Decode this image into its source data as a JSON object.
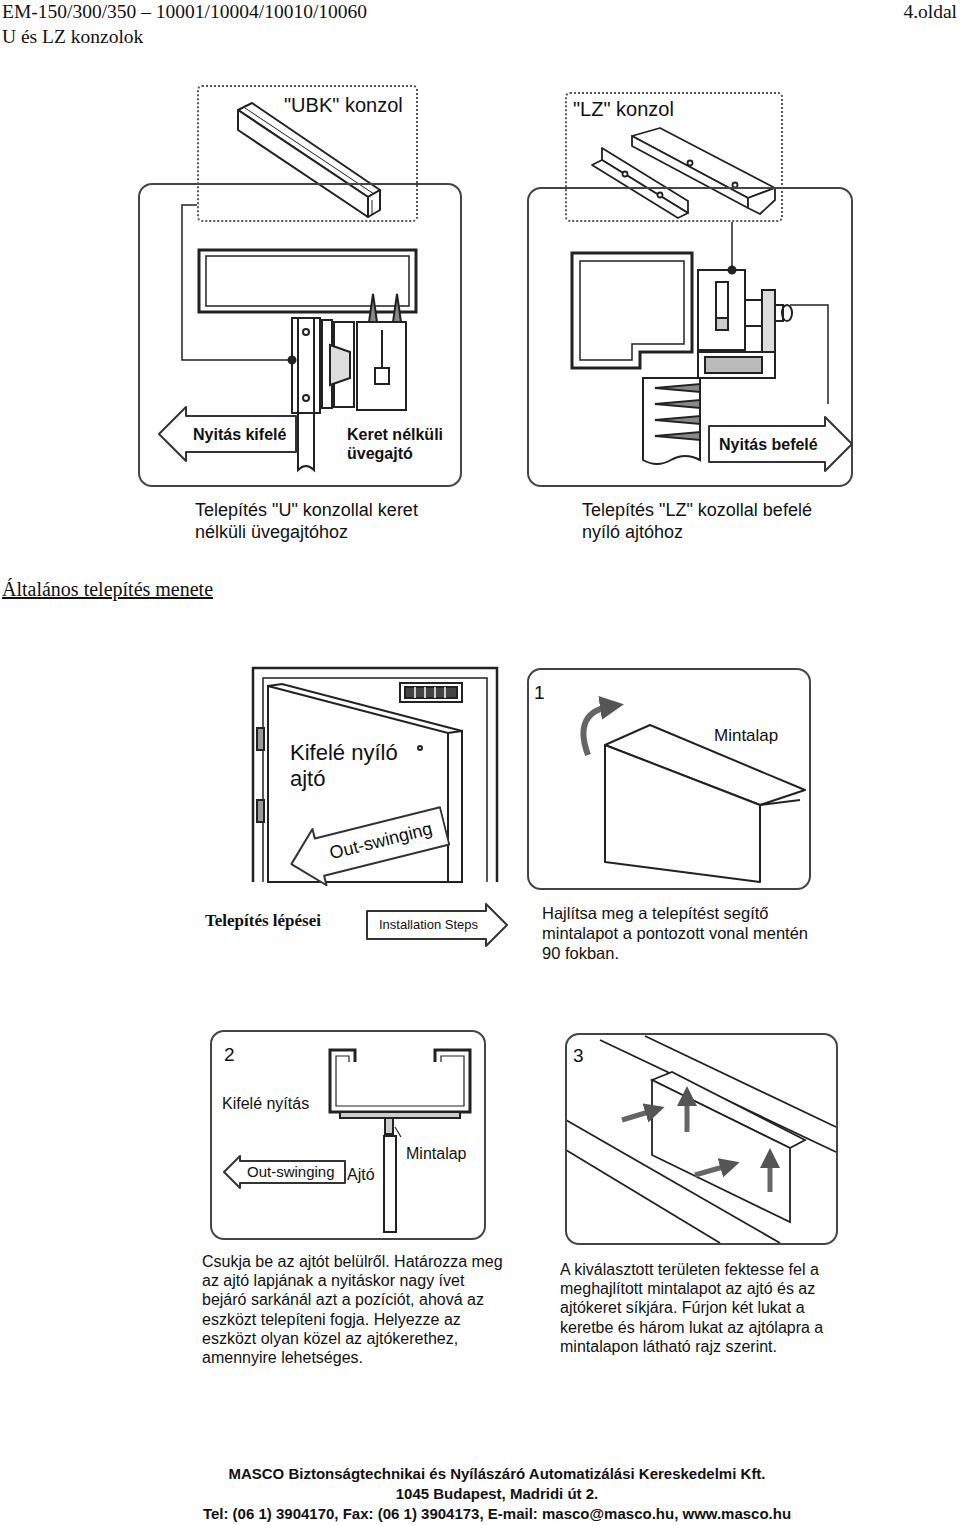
{
  "diagram": {
    "nodes": [
      {
        "text": [
          "Keret nélküli üvegajtó",
          "Telepítés \"U\" konzollal keret nélküli üvegajtóhoz"
        ]
      },
      {
        "text": [
          "\"UBK\" konzol"
        ]
      },
      {
        "text": [
          "Nyitás kifelé"
        ],
        "in": 0
      },
      {
        "text": [
          "Telepítés \"LZ\" kozollal befelé nyíló ajtóhoz"
        ]
      },
      {
        "text": [
          "\"LZ\" konzol"
        ]
      },
      {
        "text": [
          "Nyitás befelé"
        ],
        "in": 3
      },
      {
        "text": [
          "Kifelé nyíló ajtó"
        ]
      },
      {
        "text": [
          "Out-swinging"
        ],
        "in": 6
      },
      {
        "text": [
          "Installation Steps"
        ]
      },
      {
        "text": [
          "1",
          "Mintalap",
          "Hajlítsa meg a telepítést segítő mintalapot a pontozott vonal mentén 90 fokban."
        ]
      },
      {
        "text": [
          "2",
          "Kifelé nyítás",
          "Mintalap",
          "Ajtó",
          "Csukja be az ajtót belülről. Határozza meg az ajtó lapjának a nyitáskor nagy ívet bejáró sarkánál azt a pozíciót, ahová az eszközt telepíteni fogja. Helyezze az eszközt olyan közel az ajtókerethez, amennyire lehetséges."
        ]
      },
      {
        "text": [
          "Out-swinging"
        ],
        "in": 10
      },
      {
        "text": [
          "3",
          "A kiválasztott területen fektesse fel a meghajlított mintalapot az ajtó és az ajtókeret síkjára. Fúrjon két lukat a keretbe és három lukat az ajtólapra a mintalapon látható rajz szerint."
        ]
      }
    ],
    "labels": [
      "EM-150/300/350 – 10001/10004/10010/10060",
      "U és LZ konzolok",
      "4.oldal",
      "Általános telepítés menete",
      "Telepítés lépései",
      "MASCO Biztonságtechnikai és Nyílászáró Automatizálási Kereskedelmi Kft.",
      "1045 Budapest, Madridi út 2.",
      "Tel: (06 1) 3904170, Fax: (06 1) 3904173, E-mail: masco@masco.hu, www.masco.hu"
    ]
  }
}
